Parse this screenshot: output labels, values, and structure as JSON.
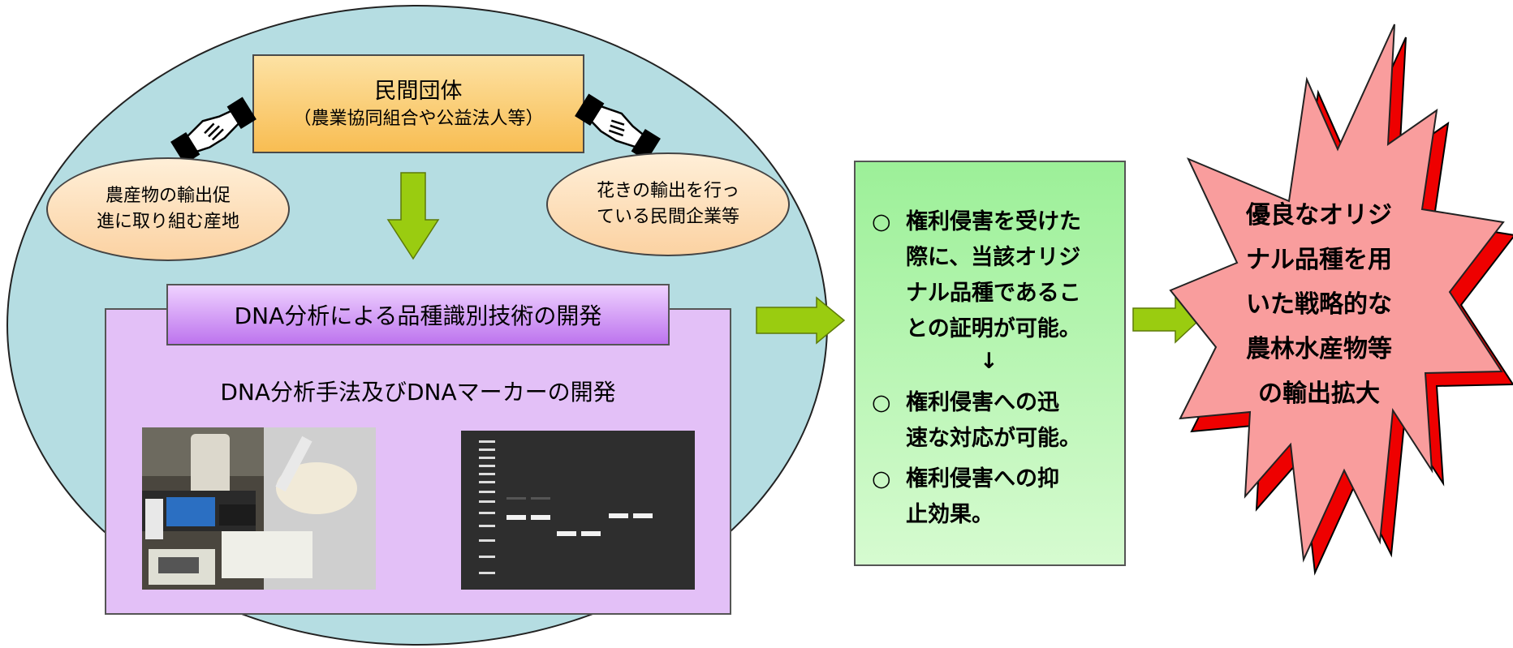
{
  "org": {
    "title": "民間団体",
    "subtitle": "（農業協同組合や公益法人等）"
  },
  "partners": {
    "left": [
      "農産物の輸出促",
      "進に取り組む産地"
    ],
    "right": [
      "花きの輸出を行っ",
      "ている民間企業等"
    ]
  },
  "dna": {
    "title": "DNA分析による品種識別技術の開発",
    "subtitle": "DNA分析手法及びDNAマーカーの開発"
  },
  "results": {
    "bullet": "○",
    "item1": [
      "権利侵害を受けた",
      "際に、当該オリジ",
      "ナル品種であるこ",
      "との証明が可能。"
    ],
    "down_arrow": "↓",
    "item2": [
      "権利侵害への迅",
      "速な対応が可能。"
    ],
    "item3": [
      "権利侵害への抑",
      "止効果。"
    ]
  },
  "goal": {
    "lines": [
      "優良なオリジ",
      "ナル品種を用",
      "いた戦略的な",
      "農林水産物等",
      "の輸出拡大"
    ]
  },
  "colors": {
    "circle": "#b5dde2",
    "org_box": "#f8bd52",
    "oval": "#fbd2a2",
    "dna_panel": "#e3c0f7",
    "dna_title": "#bd74ee",
    "result_box": "#9cf098",
    "arrow": "#9acc10",
    "burst_fill": "#f99d9d",
    "burst_shadow": "#ee0000"
  },
  "icons": {
    "handshake_left": "handshake-icon",
    "handshake_right": "handshake-icon",
    "arrow_down": "arrow-down-icon",
    "arrow_right": "arrow-right-icon"
  }
}
